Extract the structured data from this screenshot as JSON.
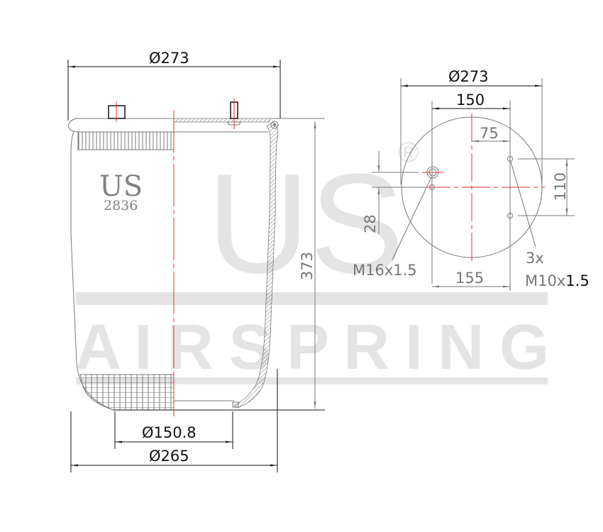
{
  "watermark": {
    "brand": "US",
    "registered": "®",
    "tagline": "A I R  S P R I N G",
    "color": "#e4e4e4"
  },
  "side_view": {
    "logo_text": "US",
    "part_number": "2836",
    "dimensions": {
      "top_diameter": "Ø273",
      "height": "373",
      "piston_diameter": "Ø150.8",
      "bottom_diameter": "Ø265"
    }
  },
  "top_view": {
    "dimensions": {
      "plate_diameter": "Ø273",
      "stud_spacing": "150",
      "half_spacing": "75",
      "vertical_spacing": "110",
      "air_inlet_offset": "28",
      "bottom_spacing": "155"
    },
    "callouts": {
      "air_inlet": "M16x1.5",
      "stud_count": "3x",
      "stud_thread_prefix": "M10x",
      "stud_thread_suffix": "1.5"
    }
  },
  "colors": {
    "line": "#7a7a7a",
    "dimension": "#111111",
    "centerline": "#e83030"
  }
}
